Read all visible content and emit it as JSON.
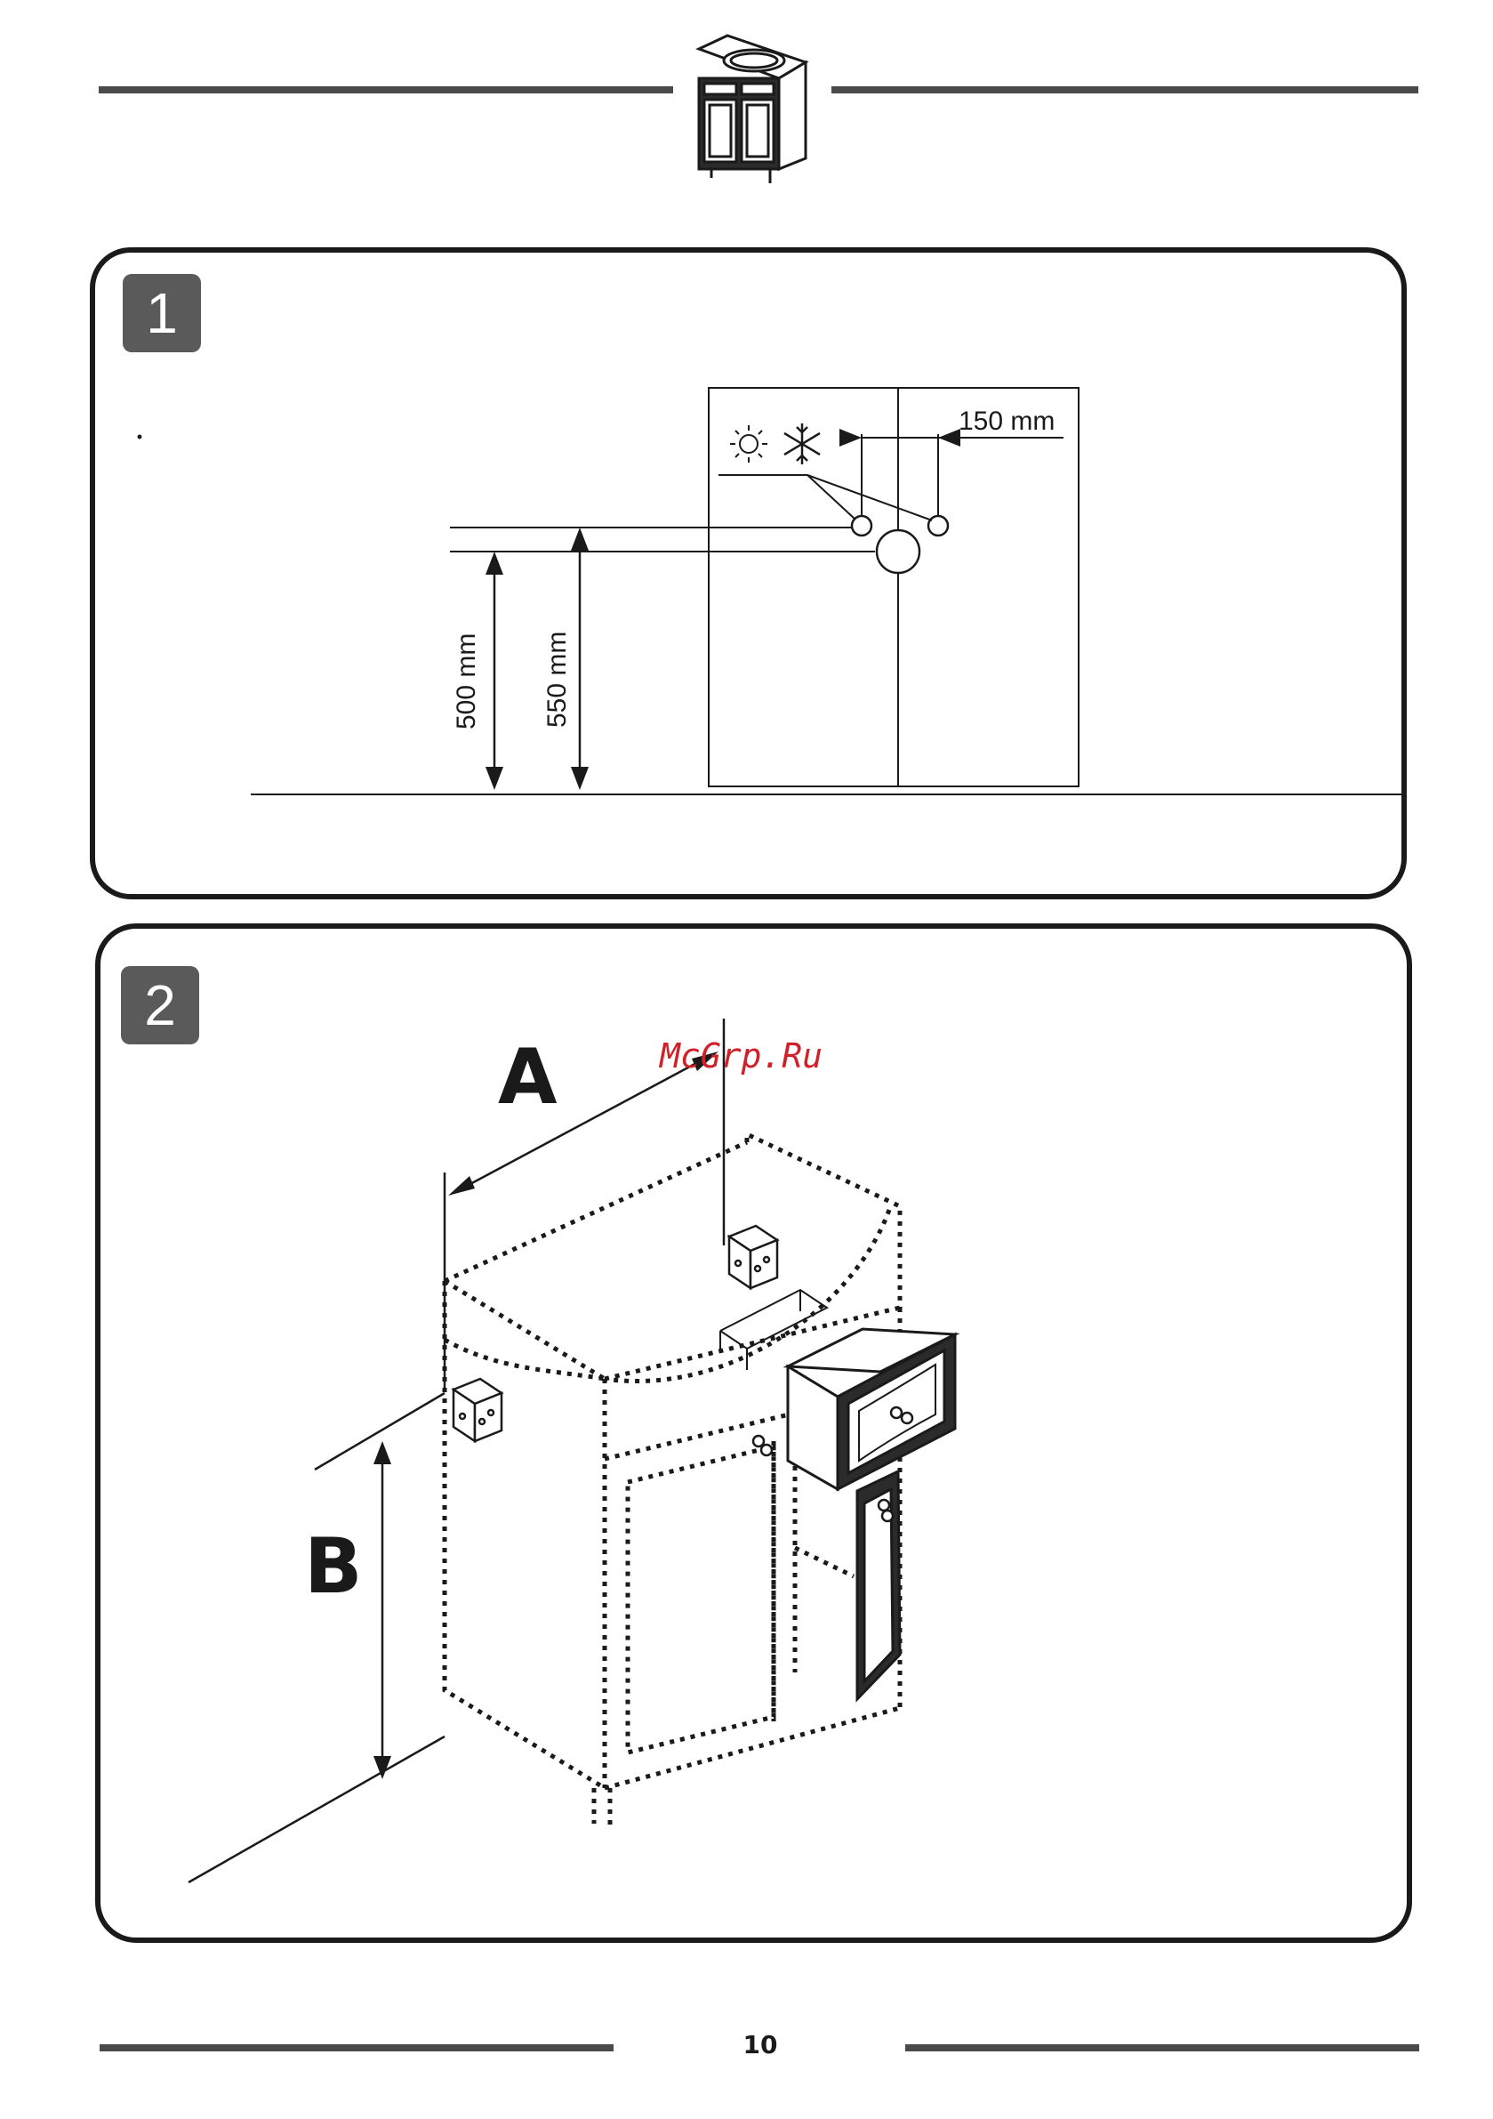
{
  "header": {
    "product_icon": "vanity-cabinet-with-sink-icon"
  },
  "step1": {
    "badge": "1",
    "dim_horizontal": "150 mm",
    "dim_lower": "500 mm",
    "dim_upper": "550 mm",
    "icons": [
      "sun-icon",
      "snowflake-icon"
    ]
  },
  "step2": {
    "badge": "2",
    "label_a": "A",
    "label_b": "B"
  },
  "watermark": "McGrp.Ru",
  "footer": {
    "page_number": "10"
  },
  "colors": {
    "rule": "#4a4a4a",
    "badge": "#5a5a5a",
    "line": "#1a1a1a",
    "watermark": "#d0202a"
  }
}
